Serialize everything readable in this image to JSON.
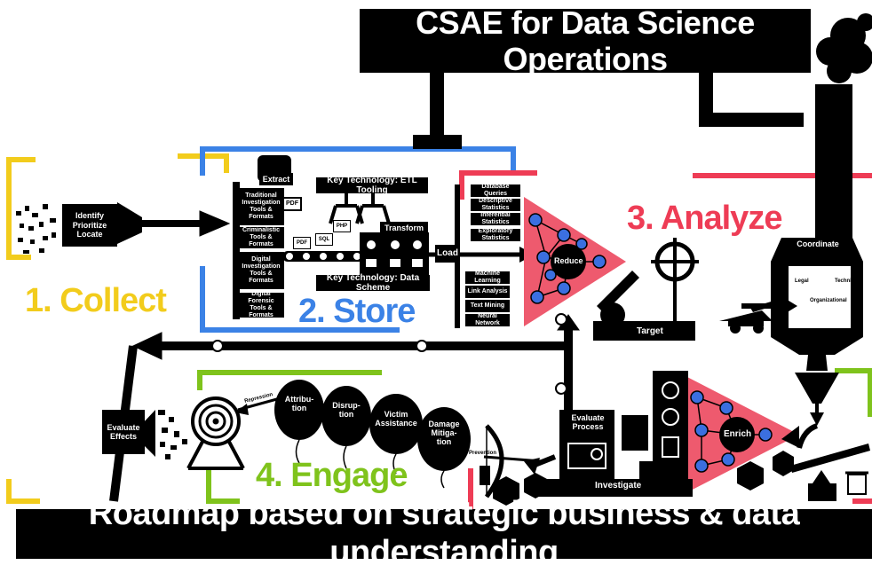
{
  "title": "CSAE for Data Science Operations",
  "footer": "Roadmap based on strategic business & data understanding",
  "stages": {
    "collect": "1. Collect",
    "store": "2. Store",
    "analyze": "3. Analyze",
    "engage": "4. Engage"
  },
  "collect": {
    "action": "Identify\nPrioritize\nLocate"
  },
  "store": {
    "extract_label": "Extract",
    "tools": [
      "Traditional Investigation Tools & Formats",
      "Criminalistic Tools & Formats",
      "Digital Investigation Tools & Formats",
      "Digital Forensic Tools & Formats"
    ],
    "etl_label": "Key Technology: ETL Tooling",
    "transform_label": "Transform",
    "scheme_label": "Key Technology: Data Scheme",
    "load_label": "Load",
    "file_badges": [
      "PDF",
      "PDF",
      "SQL",
      "PHP"
    ]
  },
  "analyze": {
    "methods": [
      "Database Queries",
      "Descriptive Statistics",
      "Inferential Statistics",
      "Exploratory Statistics",
      "Machine Learning",
      "Link Analysis",
      "Text Mining",
      "Neural Network"
    ],
    "reduce_label": "Reduce",
    "target_label": "Target",
    "enrich_label": "Enrich",
    "coordinate_label": "Coordinate",
    "legal_label": "Legal",
    "technical_label": "Technical",
    "organizational_label": "Organizational"
  },
  "engage": {
    "balloons": [
      "Attribu-\ntion",
      "Disrup-\ntion",
      "Victim\nAssistance",
      "Damage\nMitiga-\ntion"
    ],
    "evaluate_effects": "Evaluate\nEffects",
    "evaluate_process": "Evaluate\nProcess",
    "investigate": "Investigate",
    "repression": "Repression",
    "prevention": "Prevention"
  },
  "colors": {
    "collect": "#f2cc1c",
    "store": "#3b82e6",
    "analyze": "#ee3c55",
    "engage": "#7fc31c",
    "node": "#3b6fe0",
    "ink": "#000000"
  }
}
